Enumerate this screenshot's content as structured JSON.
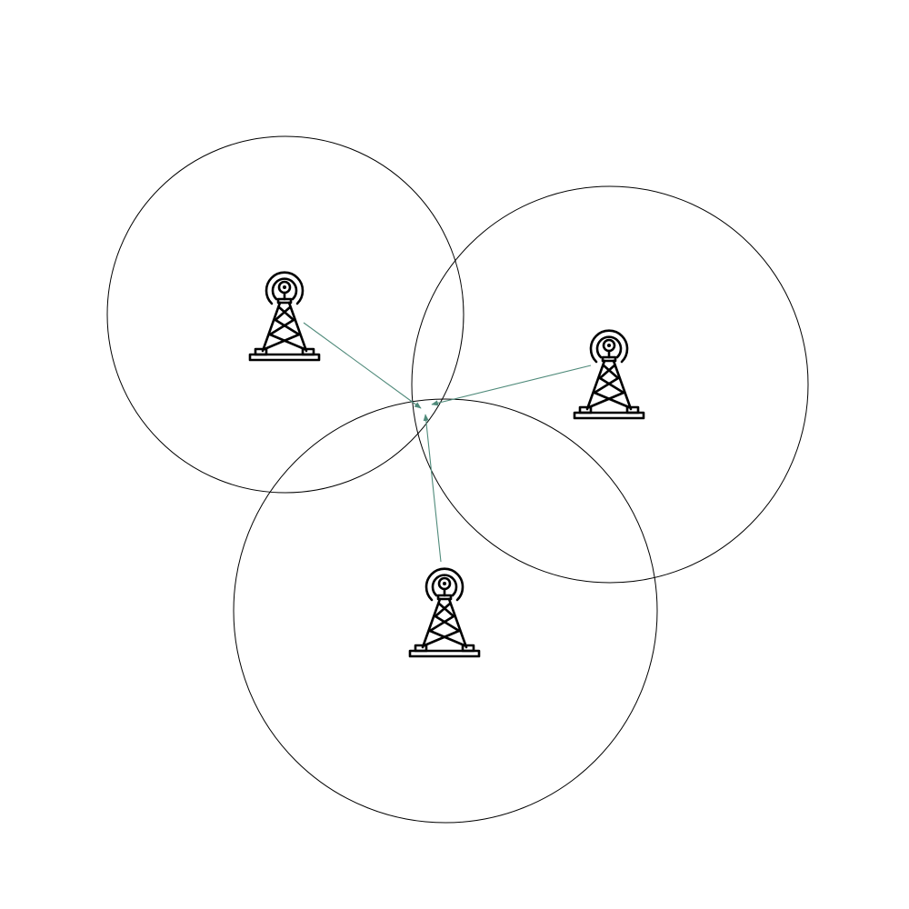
{
  "colors": {
    "background": "#ffffff",
    "circle_stroke": "#000000",
    "tower": "#000000",
    "signal_line": "#4f8a7a"
  },
  "towers": [
    {
      "id": "tower-1",
      "icon": "cell-tower-icon"
    },
    {
      "id": "tower-2",
      "icon": "cell-tower-icon"
    },
    {
      "id": "tower-3",
      "icon": "cell-tower-icon"
    }
  ]
}
